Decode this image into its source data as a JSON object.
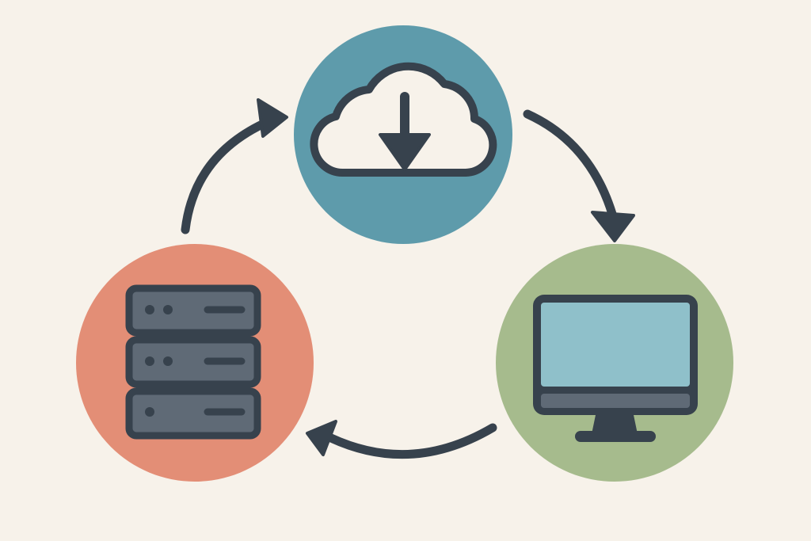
{
  "colors": {
    "background": "#f7f2ea",
    "outline": "#37424d",
    "cloud_circle": "#5e9bab",
    "cloud_fill": "#f7f2ea",
    "monitor_circle": "#a6bb8d",
    "monitor_screen": "#8fc0ca",
    "monitor_bezel": "#5f6a76",
    "server_circle": "#e38e76",
    "server_unit": "#5f6a76"
  },
  "nodes": [
    {
      "id": "cloud",
      "icon": "cloud-download-icon"
    },
    {
      "id": "computer",
      "icon": "desktop-monitor-icon"
    },
    {
      "id": "server",
      "icon": "server-rack-icon"
    }
  ],
  "edges": [
    {
      "from": "cloud",
      "to": "computer"
    },
    {
      "from": "computer",
      "to": "server"
    },
    {
      "from": "server",
      "to": "cloud"
    }
  ]
}
